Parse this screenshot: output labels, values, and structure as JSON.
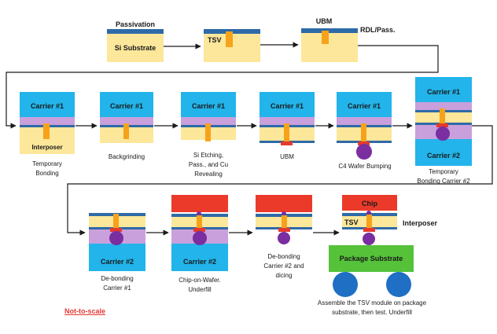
{
  "colors": {
    "substrate": "#fce79a",
    "carrier": "#22b4ea",
    "glue": "#c9a0dc",
    "tsv": "#f7a21b",
    "metal": "#2e6aa8",
    "bump": "#7a2ea0",
    "chip": "#ec3a2a",
    "pkg": "#55c23a",
    "solder_ball": "#1f6fc4",
    "ubm": "#e33b2c",
    "arrow": "#1a1a1a",
    "note": "#e53935"
  },
  "labels": {
    "passivation": "Passivation",
    "si_substrate": "Si Substrate",
    "tsv": "TSV",
    "ubm_top": "UBM",
    "rdl_pass": "RDL/Pass.",
    "carrier1": "Carrier #1",
    "carrier2": "Carrier #2",
    "interposer_inbox": "Interposer",
    "chip": "Chip",
    "tsv_final": "TSV",
    "interposer_final": "Interposer",
    "package_substrate": "Package Substrate"
  },
  "steps": {
    "temporary_bonding": "Temporary\nBonding",
    "backgrinding": "Backgrinding",
    "si_etching": "Si Etching,\nPass., and Cu\nRevealing",
    "ubm": "UBM",
    "c4_bumping": "C4 Wafer Bumping",
    "temporary_bonding_carrier2": "Temporary\nBonding Carrier #2",
    "debonding_carrier1": "De-bonding\nCarrier #1",
    "chip_on_wafer": "Chip-on-Wafer.\nUnderfill",
    "debonding_carrier2": "De-bonding\nCarrier #2 and\ndicing",
    "assemble": "Assemble the TSV module on package\nsubstrate, then test. Underfill"
  },
  "note": "Not-to-scale"
}
